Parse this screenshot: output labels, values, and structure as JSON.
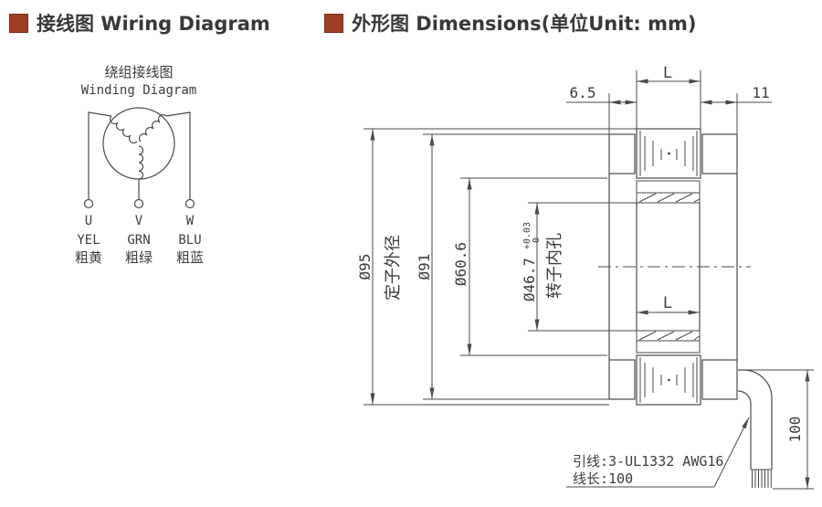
{
  "page": {
    "accent_color": "#9c3d24",
    "line_color": "#4a4a4a"
  },
  "headers": {
    "left": "接线图 Wiring Diagram",
    "right": "外形图 Dimensions(单位Unit: mm)"
  },
  "wiring": {
    "title_cn": "绕组接线图",
    "title_en": "Winding Diagram",
    "terminals": [
      {
        "id": "U",
        "code": "YEL",
        "cn": "粗黄"
      },
      {
        "id": "V",
        "code": "GRN",
        "cn": "粗绿"
      },
      {
        "id": "W",
        "code": "BLU",
        "cn": "粗蓝"
      }
    ]
  },
  "dims": {
    "stator_od": {
      "value": "Ø95",
      "note": "定子外径"
    },
    "winding_od": {
      "value": "Ø91"
    },
    "stator_bore": {
      "value": "Ø60.6"
    },
    "rotor_bore": {
      "value": "Ø46.7",
      "tol_up": "+0.03",
      "tol_dn": "0",
      "note": "转子内孔"
    },
    "stack_length_top": "L",
    "stack_length_bottom": "L",
    "overhang_left": "6.5",
    "overhang_right": "11",
    "lead_length": "100"
  },
  "notes": {
    "lead_line1": "引线:3-UL1332 AWG16",
    "lead_line2": "线长:100"
  }
}
